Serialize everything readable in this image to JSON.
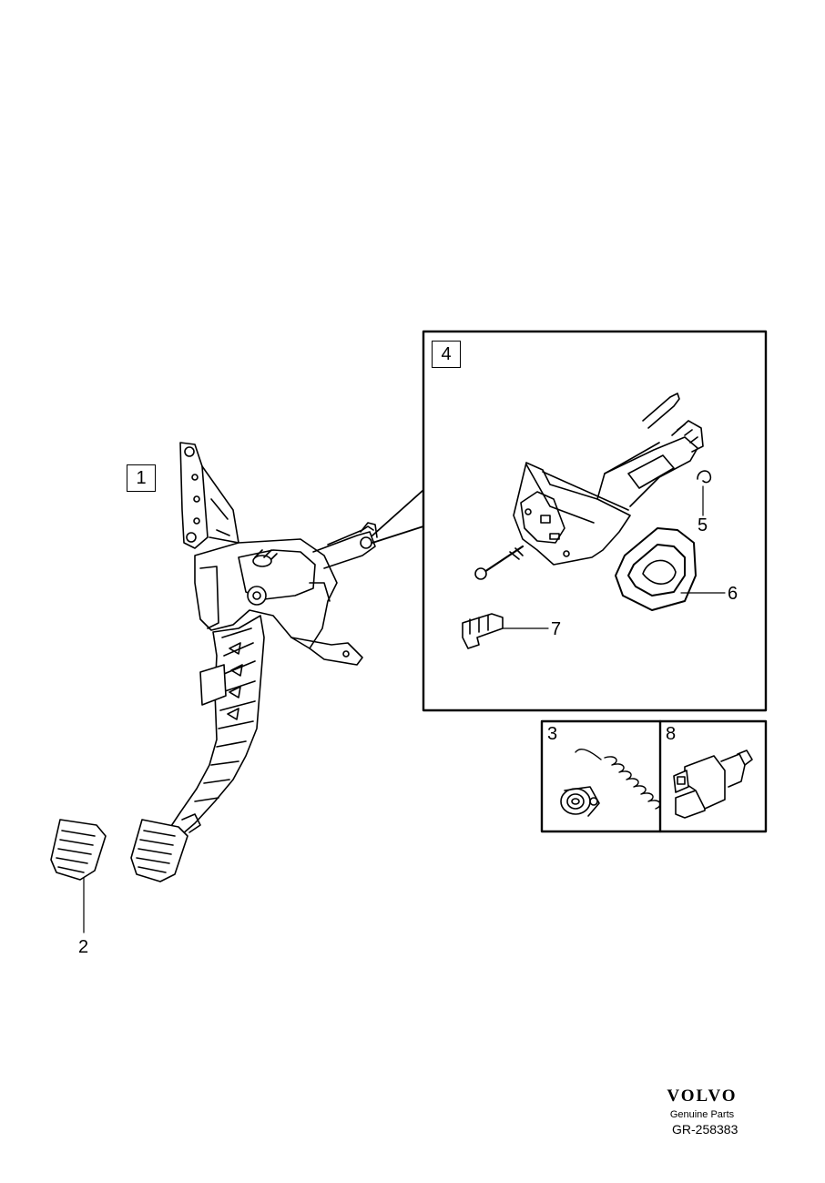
{
  "callouts": {
    "c1": "1",
    "c2": "2",
    "c3": "3",
    "c4": "4",
    "c5": "5",
    "c6": "6",
    "c7": "7",
    "c8": "8"
  },
  "brand": {
    "logo_text": "VOLVO",
    "subtitle": "Genuine Parts"
  },
  "diagram_id": "GR-258383"
}
